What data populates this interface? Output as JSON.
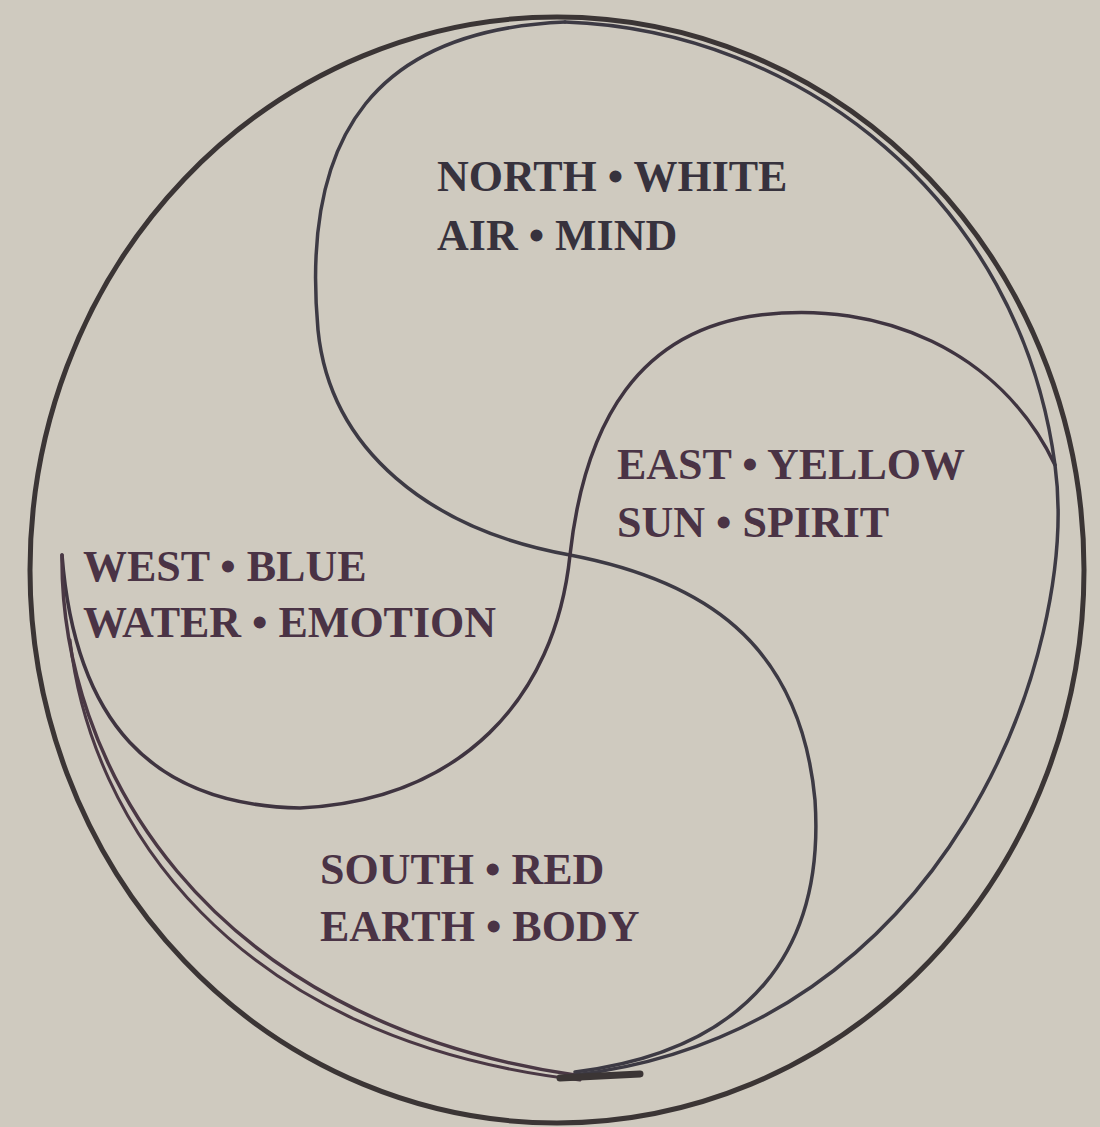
{
  "diagram": {
    "labels": [
      "NORTH • WHITE",
      "AIR • MIND",
      "EAST • YELLOW",
      "SUN • SPIRIT",
      "WEST • BLUE",
      "WATER • EMOTION",
      "SOUTH • RED",
      "EARTH • BODY"
    ]
  }
}
